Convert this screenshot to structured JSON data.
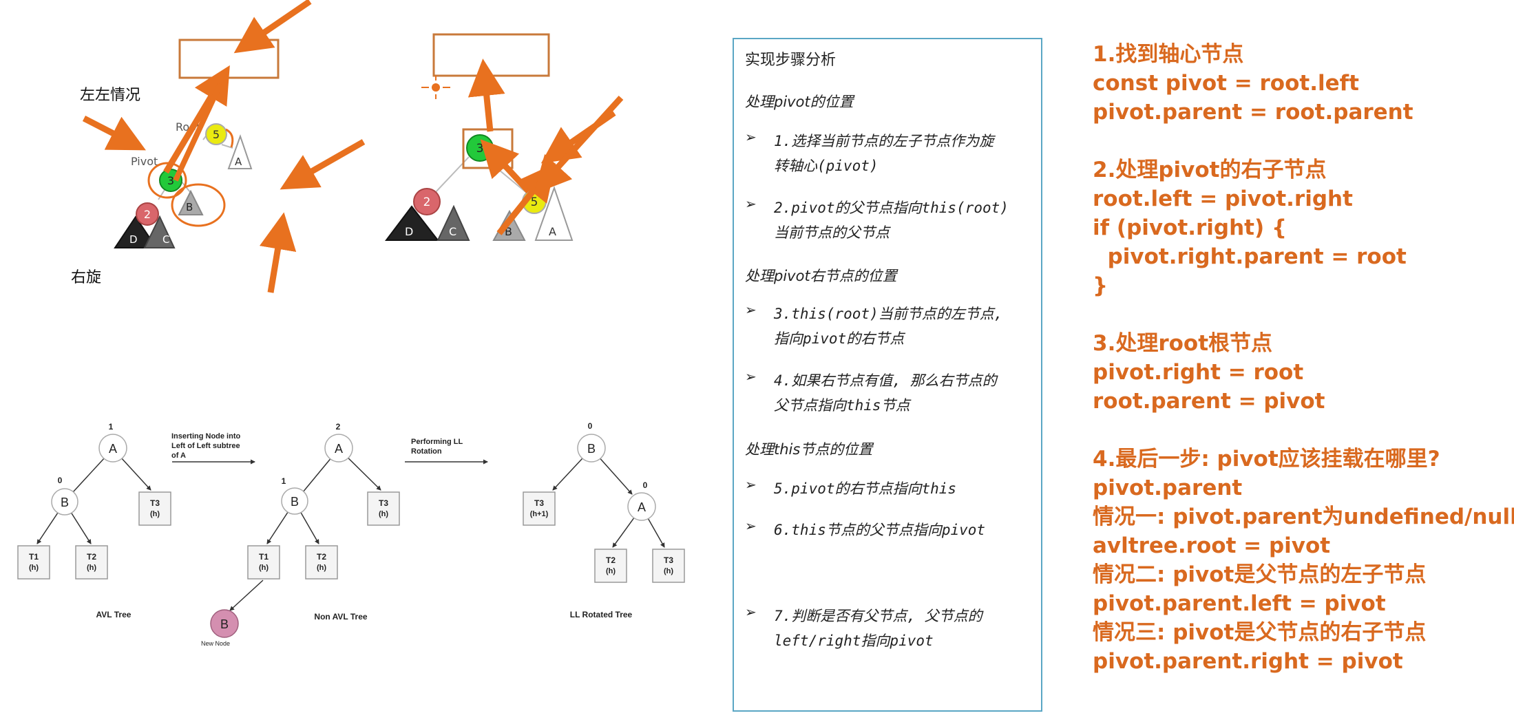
{
  "top_diagram": {
    "left_left_label": "左左情况",
    "right_rotate_label": "右旋",
    "root_label": "Root",
    "pivot_label": "Pivot",
    "before": {
      "n5": "5",
      "n3": "3",
      "n2": "2",
      "A": "A",
      "B": "B",
      "C": "C",
      "D": "D"
    },
    "after": {
      "n3": "3",
      "n2": "2",
      "n5": "5",
      "A": "A",
      "B": "B",
      "C": "C",
      "D": "D"
    }
  },
  "avl_diagram": {
    "avl": {
      "caption": "AVL Tree",
      "root": "A",
      "root_bf": "1",
      "b": "B",
      "b_bf": "0",
      "t1": "T1",
      "t1h": "(h)",
      "t2": "T2",
      "t2h": "(h)",
      "t3": "T3",
      "t3h": "(h)"
    },
    "step1": {
      "text": [
        "Inserting Node into",
        "Left of Left subtree",
        "of A"
      ]
    },
    "non_avl": {
      "caption": "Non AVL Tree",
      "root": "A",
      "root_bf": "2",
      "b": "B",
      "b_bf": "1",
      "t1": "T1",
      "t1h": "(h)",
      "t2": "T2",
      "t2h": "(h)",
      "t3": "T3",
      "t3h": "(h)",
      "new_node": "B",
      "new_node_caption": "New Node"
    },
    "step2": {
      "text": [
        "Performing LL",
        "Rotation"
      ]
    },
    "ll": {
      "caption": "LL Rotated Tree",
      "root": "B",
      "root_bf": "0",
      "a": "A",
      "a_bf": "0",
      "t3": "T3",
      "t3h": "(h+1)",
      "t2": "T2",
      "t2h": "(h)",
      "t3b": "T3",
      "t3bh": "(h)"
    }
  },
  "panel": {
    "title": "实现步骤分析",
    "sections": [
      {
        "title": "处理pivot的位置",
        "steps": [
          [
            "1.选择当前节点的左子节点作为旋",
            "转轴心(pivot)"
          ],
          [
            "2.pivot的父节点指向this(root)",
            "当前节点的父节点"
          ]
        ]
      },
      {
        "title": "处理pivot右节点的位置",
        "steps": [
          [
            "3.this(root)当前节点的左节点,",
            "指向pivot的右节点"
          ],
          [
            "4.如果右节点有值, 那么右节点的",
            "父节点指向this节点"
          ]
        ]
      },
      {
        "title": "处理this节点的位置",
        "steps": [
          [
            "5.pivot的右节点指向this"
          ],
          [
            "6.this节点的父节点指向pivot"
          ],
          [
            "7.判断是否有父节点, 父节点的",
            "left/right指向pivot"
          ]
        ]
      }
    ],
    "bullet": "➢"
  },
  "code": [
    "1.找到轴心节点",
    "const pivot = root.left",
    "pivot.parent = root.parent",
    "",
    "2.处理pivot的右子节点",
    "root.left = pivot.right",
    "if (pivot.right) {",
    "  pivot.right.parent = root",
    "}",
    "",
    "3.处理root根节点",
    "pivot.right = root",
    "root.parent = pivot",
    "",
    "4.最后一步: pivot应该挂载在哪里?",
    "pivot.parent",
    "情况一: pivot.parent为undefined/null",
    "avltree.root = pivot",
    "情况二: pivot是父节点的左子节点",
    "pivot.parent.left = pivot",
    "情况三: pivot是父节点的右子节点",
    "pivot.parent.right = pivot"
  ],
  "colors": {
    "accent_orange": "#e8711f",
    "code_orange": "#d9691f",
    "node_green": "#22c93a",
    "node_red": "#d9666b",
    "node_yellow": "#eaea10",
    "panel_border": "#5aa6c4"
  }
}
